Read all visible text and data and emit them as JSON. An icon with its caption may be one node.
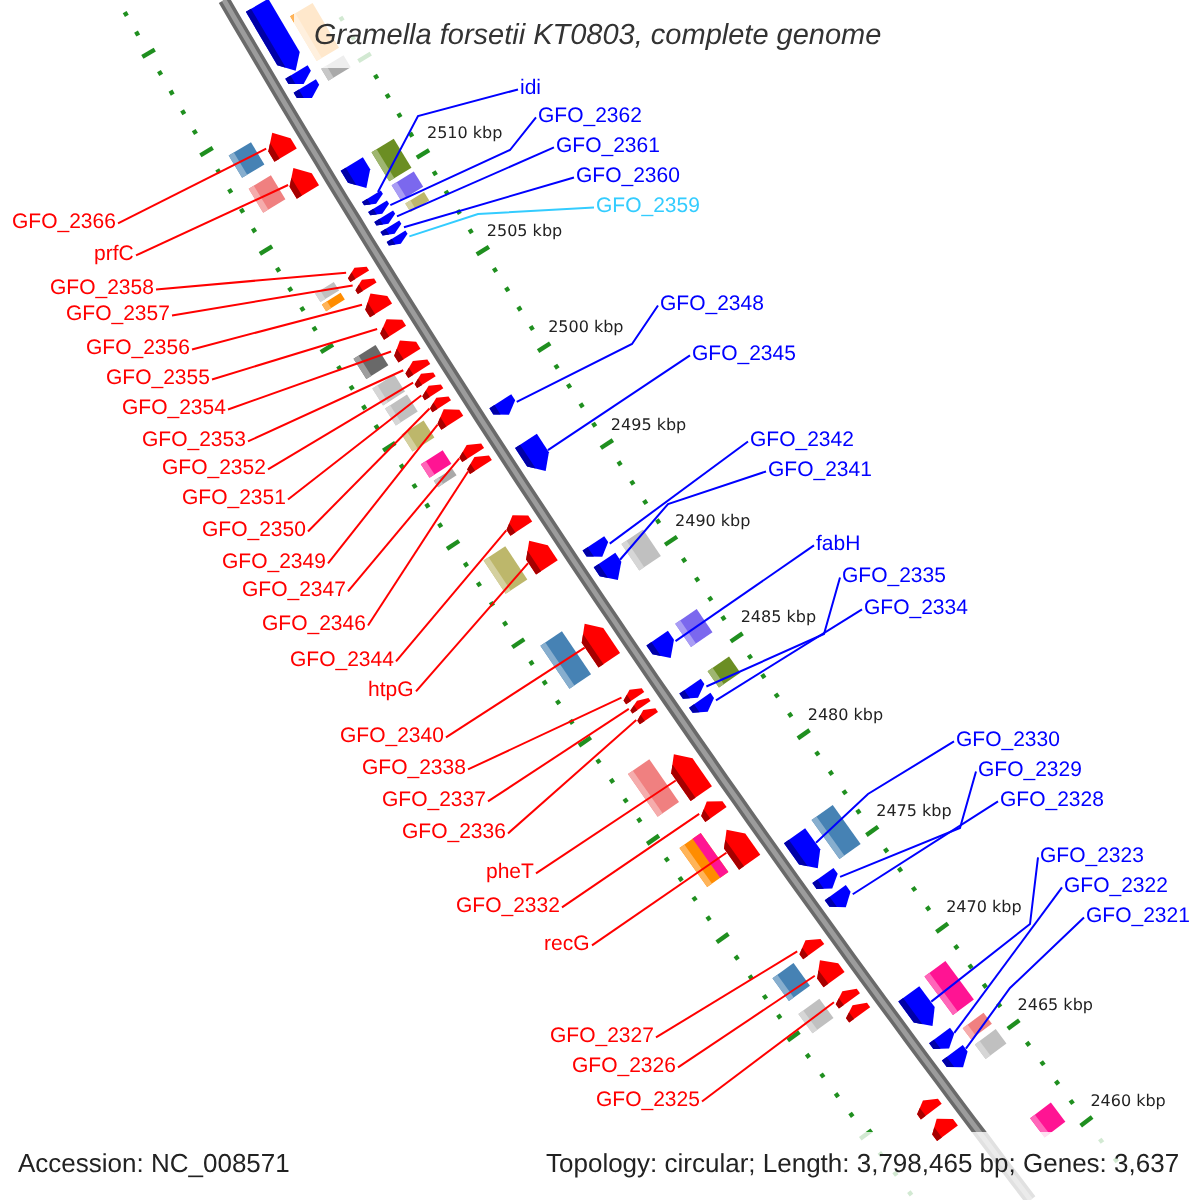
{
  "diagram": {
    "title": "Gramella forsetii KT0803, complete genome",
    "nodes": [
      {
        "text": [
          "GFO_2366"
        ]
      },
      {
        "text": [
          "prfC"
        ]
      },
      {
        "text": [
          "GFO_2358"
        ]
      },
      {
        "text": [
          "GFO_2357"
        ]
      },
      {
        "text": [
          "GFO_2356"
        ]
      },
      {
        "text": [
          "GFO_2355"
        ]
      },
      {
        "text": [
          "GFO_2354"
        ]
      },
      {
        "text": [
          "GFO_2353"
        ]
      },
      {
        "text": [
          "GFO_2352"
        ]
      },
      {
        "text": [
          "GFO_2351"
        ]
      },
      {
        "text": [
          "GFO_2350"
        ]
      },
      {
        "text": [
          "GFO_2349"
        ]
      },
      {
        "text": [
          "GFO_2347"
        ]
      },
      {
        "text": [
          "GFO_2346"
        ]
      },
      {
        "text": [
          "GFO_2344"
        ]
      },
      {
        "text": [
          "htpG"
        ]
      },
      {
        "text": [
          "GFO_2340"
        ]
      },
      {
        "text": [
          "GFO_2338"
        ]
      },
      {
        "text": [
          "GFO_2337"
        ]
      },
      {
        "text": [
          "GFO_2336"
        ]
      },
      {
        "text": [
          "pheT"
        ]
      },
      {
        "text": [
          "GFO_2332"
        ]
      },
      {
        "text": [
          "recG"
        ]
      },
      {
        "text": [
          "GFO_2327"
        ]
      },
      {
        "text": [
          "GFO_2326"
        ]
      },
      {
        "text": [
          "GFO_2325"
        ]
      },
      {
        "text": [
          "idi"
        ]
      },
      {
        "text": [
          "GFO_2362"
        ]
      },
      {
        "text": [
          "GFO_2361"
        ]
      },
      {
        "text": [
          "GFO_2360"
        ]
      },
      {
        "text": [
          "GFO_2359"
        ]
      },
      {
        "text": [
          "GFO_2348"
        ]
      },
      {
        "text": [
          "GFO_2345"
        ]
      },
      {
        "text": [
          "GFO_2342"
        ]
      },
      {
        "text": [
          "GFO_2341"
        ]
      },
      {
        "text": [
          "fabH"
        ]
      },
      {
        "text": [
          "GFO_2335"
        ]
      },
      {
        "text": [
          "GFO_2334"
        ]
      },
      {
        "text": [
          "GFO_2330"
        ]
      },
      {
        "text": [
          "GFO_2329"
        ]
      },
      {
        "text": [
          "GFO_2328"
        ]
      },
      {
        "text": [
          "GFO_2323"
        ]
      },
      {
        "text": [
          "GFO_2322"
        ]
      },
      {
        "text": [
          "GFO_2321"
        ]
      },
      {
        "text": [],
        "shape": "pentagon"
      },
      {
        "text": [],
        "shape": "pentagon"
      },
      {
        "text": [],
        "shape": "pentagon"
      },
      {
        "text": [],
        "shape": "pentagon"
      },
      {
        "text": [],
        "shape": "pentagon"
      },
      {
        "text": [],
        "shape": "pentagon"
      },
      {
        "text": [],
        "shape": "pentagon"
      },
      {
        "text": [],
        "shape": "pentagon"
      },
      {
        "text": [],
        "shape": "pentagon"
      },
      {
        "text": [],
        "shape": "pentagon"
      },
      {
        "text": [],
        "shape": "pentagon"
      },
      {
        "text": [],
        "shape": "pentagon"
      },
      {
        "text": [],
        "shape": "pentagon"
      },
      {
        "text": [],
        "shape": "pentagon"
      },
      {
        "text": [],
        "shape": "pentagon"
      },
      {
        "text": [],
        "shape": "pentagon"
      },
      {
        "text": [],
        "shape": "pentagon"
      },
      {
        "text": [],
        "shape": "pentagon"
      },
      {
        "text": [],
        "shape": "pentagon"
      },
      {
        "text": [],
        "shape": "pentagon"
      },
      {
        "text": [],
        "shape": "pentagon"
      },
      {
        "text": [],
        "shape": "pentagon"
      },
      {
        "text": [],
        "shape": "pentagon"
      },
      {
        "text": [],
        "shape": "pentagon"
      },
      {
        "text": [],
        "shape": "pentagon"
      },
      {
        "text": [],
        "shape": "pentagon"
      },
      {
        "text": [],
        "shape": "pentagon"
      },
      {
        "text": [],
        "shape": "pentagon"
      },
      {
        "text": [],
        "shape": "pentagon"
      },
      {
        "text": [],
        "shape": "pentagon"
      },
      {
        "text": [],
        "shape": "pentagon"
      },
      {
        "text": [],
        "shape": "pentagon"
      },
      {
        "text": [],
        "shape": "pentagon"
      },
      {
        "text": [],
        "shape": "pentagon"
      },
      {
        "text": [],
        "shape": "pentagon"
      },
      {
        "text": [],
        "shape": "pentagon"
      },
      {
        "text": [],
        "shape": "pentagon"
      },
      {
        "text": [],
        "shape": "pentagon"
      },
      {
        "text": [],
        "shape": "pentagon"
      },
      {
        "text": [],
        "shape": "pentagon"
      },
      {
        "text": [],
        "shape": "pentagon"
      },
      {
        "text": [],
        "shape": "pentagon"
      },
      {
        "text": [],
        "shape": "pentagon"
      },
      {
        "text": [],
        "shape": "pentagon"
      },
      {
        "text": [],
        "shape": "pentagon"
      },
      {
        "text": [],
        "shape": "pentagon"
      },
      {
        "text": [],
        "shape": "pentagon"
      },
      {
        "text": [],
        "shape": "pentagon"
      },
      {
        "text": [],
        "shape": "pentagon"
      },
      {
        "text": [],
        "shape": "pentagon"
      },
      {
        "text": [],
        "shape": "pentagon"
      }
    ],
    "edges": [
      {
        "from": 0,
        "to": 44,
        "arrow": "none"
      },
      {
        "from": 1,
        "to": 45,
        "arrow": "none"
      },
      {
        "from": 2,
        "to": 46,
        "arrow": "none"
      },
      {
        "from": 3,
        "to": 47,
        "arrow": "none"
      },
      {
        "from": 4,
        "to": 48,
        "arrow": "none"
      },
      {
        "from": 5,
        "to": 49,
        "arrow": "none"
      },
      {
        "from": 6,
        "to": 50,
        "arrow": "none"
      },
      {
        "from": 7,
        "to": 51,
        "arrow": "none"
      },
      {
        "from": 8,
        "to": 52,
        "arrow": "none"
      },
      {
        "from": 9,
        "to": 53,
        "arrow": "none"
      },
      {
        "from": 10,
        "to": 54,
        "arrow": "none"
      },
      {
        "from": 11,
        "to": 55,
        "arrow": "none"
      },
      {
        "from": 12,
        "to": 56,
        "arrow": "none"
      },
      {
        "from": 13,
        "to": 57,
        "arrow": "none"
      },
      {
        "from": 14,
        "to": 58,
        "arrow": "none"
      },
      {
        "from": 15,
        "to": 59,
        "arrow": "none"
      },
      {
        "from": 16,
        "to": 60,
        "arrow": "none"
      },
      {
        "from": 17,
        "to": 61,
        "arrow": "none"
      },
      {
        "from": 18,
        "to": 62,
        "arrow": "none"
      },
      {
        "from": 19,
        "to": 63,
        "arrow": "none"
      },
      {
        "from": 20,
        "to": 64,
        "arrow": "none"
      },
      {
        "from": 21,
        "to": 65,
        "arrow": "none"
      },
      {
        "from": 22,
        "to": 66,
        "arrow": "none"
      },
      {
        "from": 23,
        "to": 67,
        "arrow": "none"
      },
      {
        "from": 24,
        "to": 68,
        "arrow": "none"
      },
      {
        "from": 25,
        "to": 69,
        "arrow": "none"
      },
      {
        "from": 26,
        "to": 77,
        "arrow": "none",
        "color": "#0000ff"
      },
      {
        "from": 27,
        "to": 78,
        "arrow": "none",
        "color": "#0000ff"
      },
      {
        "from": 28,
        "to": 79,
        "arrow": "none",
        "color": "#0000ff"
      },
      {
        "from": 29,
        "to": 80,
        "arrow": "none",
        "color": "#0000ff"
      },
      {
        "from": 30,
        "to": 81,
        "arrow": "none",
        "color": "#33ccff"
      },
      {
        "from": 31,
        "to": 82,
        "arrow": "none",
        "color": "#0000ff"
      },
      {
        "from": 32,
        "to": 83,
        "arrow": "none",
        "color": "#0000ff"
      },
      {
        "from": 33,
        "to": 84,
        "arrow": "none",
        "color": "#0000ff"
      },
      {
        "from": 34,
        "to": 85,
        "arrow": "none",
        "color": "#0000ff"
      },
      {
        "from": 35,
        "to": 86,
        "arrow": "none",
        "color": "#0000ff"
      },
      {
        "from": 36,
        "to": 87,
        "arrow": "none",
        "color": "#0000ff"
      },
      {
        "from": 37,
        "to": 88,
        "arrow": "none",
        "color": "#0000ff"
      },
      {
        "from": 38,
        "to": 89,
        "arrow": "none",
        "color": "#0000ff"
      },
      {
        "from": 39,
        "to": 90,
        "arrow": "none",
        "color": "#0000ff"
      },
      {
        "from": 40,
        "to": 91,
        "arrow": "none",
        "color": "#0000ff"
      },
      {
        "from": 41,
        "to": 92,
        "arrow": "none",
        "color": "#0000ff"
      },
      {
        "from": 42,
        "to": 93,
        "arrow": "none",
        "color": "#0000ff"
      },
      {
        "from": 43,
        "to": 94,
        "arrow": "none",
        "color": "#0000ff"
      }
    ],
    "labels": [
      "2510 kbp",
      "2505 kbp",
      "2500 kbp",
      "2495 kbp",
      "2490 kbp",
      "2485 kbp",
      "2480 kbp",
      "2475 kbp",
      "2470 kbp",
      "2465 kbp",
      "2460 kbp",
      "Accession: NC_008571",
      "Topology: circular; Length: 3,798,465 bp; Genes: 3,637"
    ]
  }
}
